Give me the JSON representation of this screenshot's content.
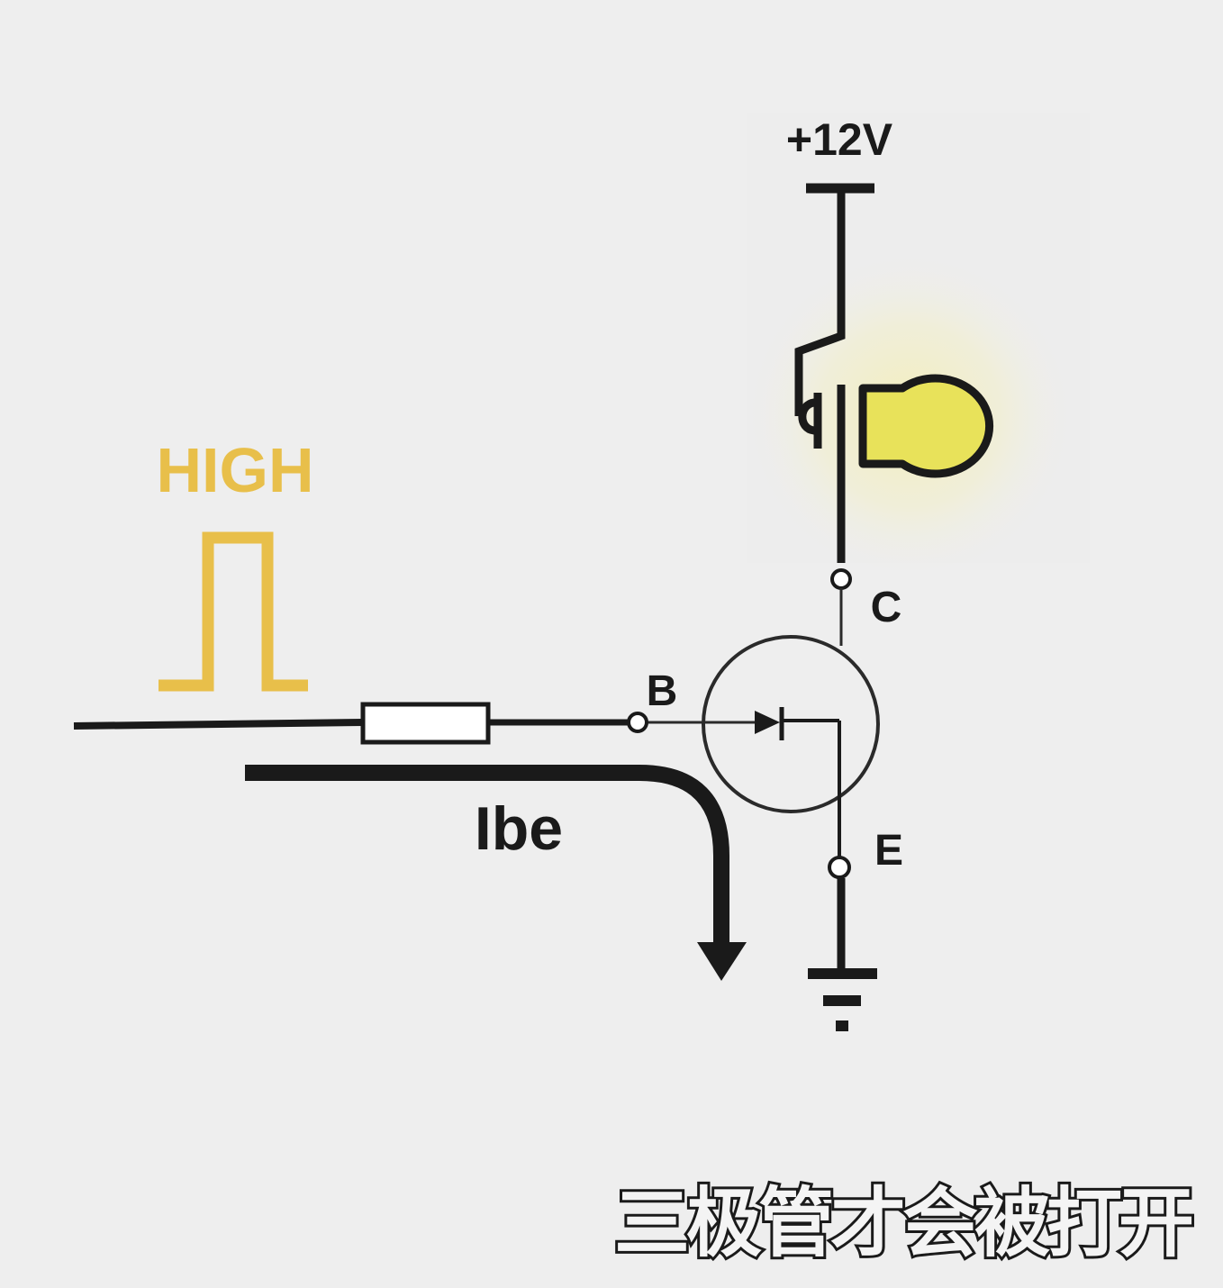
{
  "labels": {
    "supply": "+12V",
    "signal": "HIGH",
    "base": "B",
    "collector": "C",
    "emitter": "E",
    "current": "Ibe"
  },
  "subtitle": "三极管才会被打开",
  "colors": {
    "background": "#eeeeee",
    "wire": "#1a1a1a",
    "signal": "#e8bf4a",
    "lamp": "#e8e25a",
    "lamp_glow": "#f3efb8",
    "subtitle_fill": "#f4f4f4"
  },
  "icons": [
    "pulse-icon",
    "resistor-icon",
    "transistor-icon",
    "diode-icon",
    "relay-icon",
    "lamp-icon",
    "ground-icon",
    "current-arrow-icon"
  ]
}
